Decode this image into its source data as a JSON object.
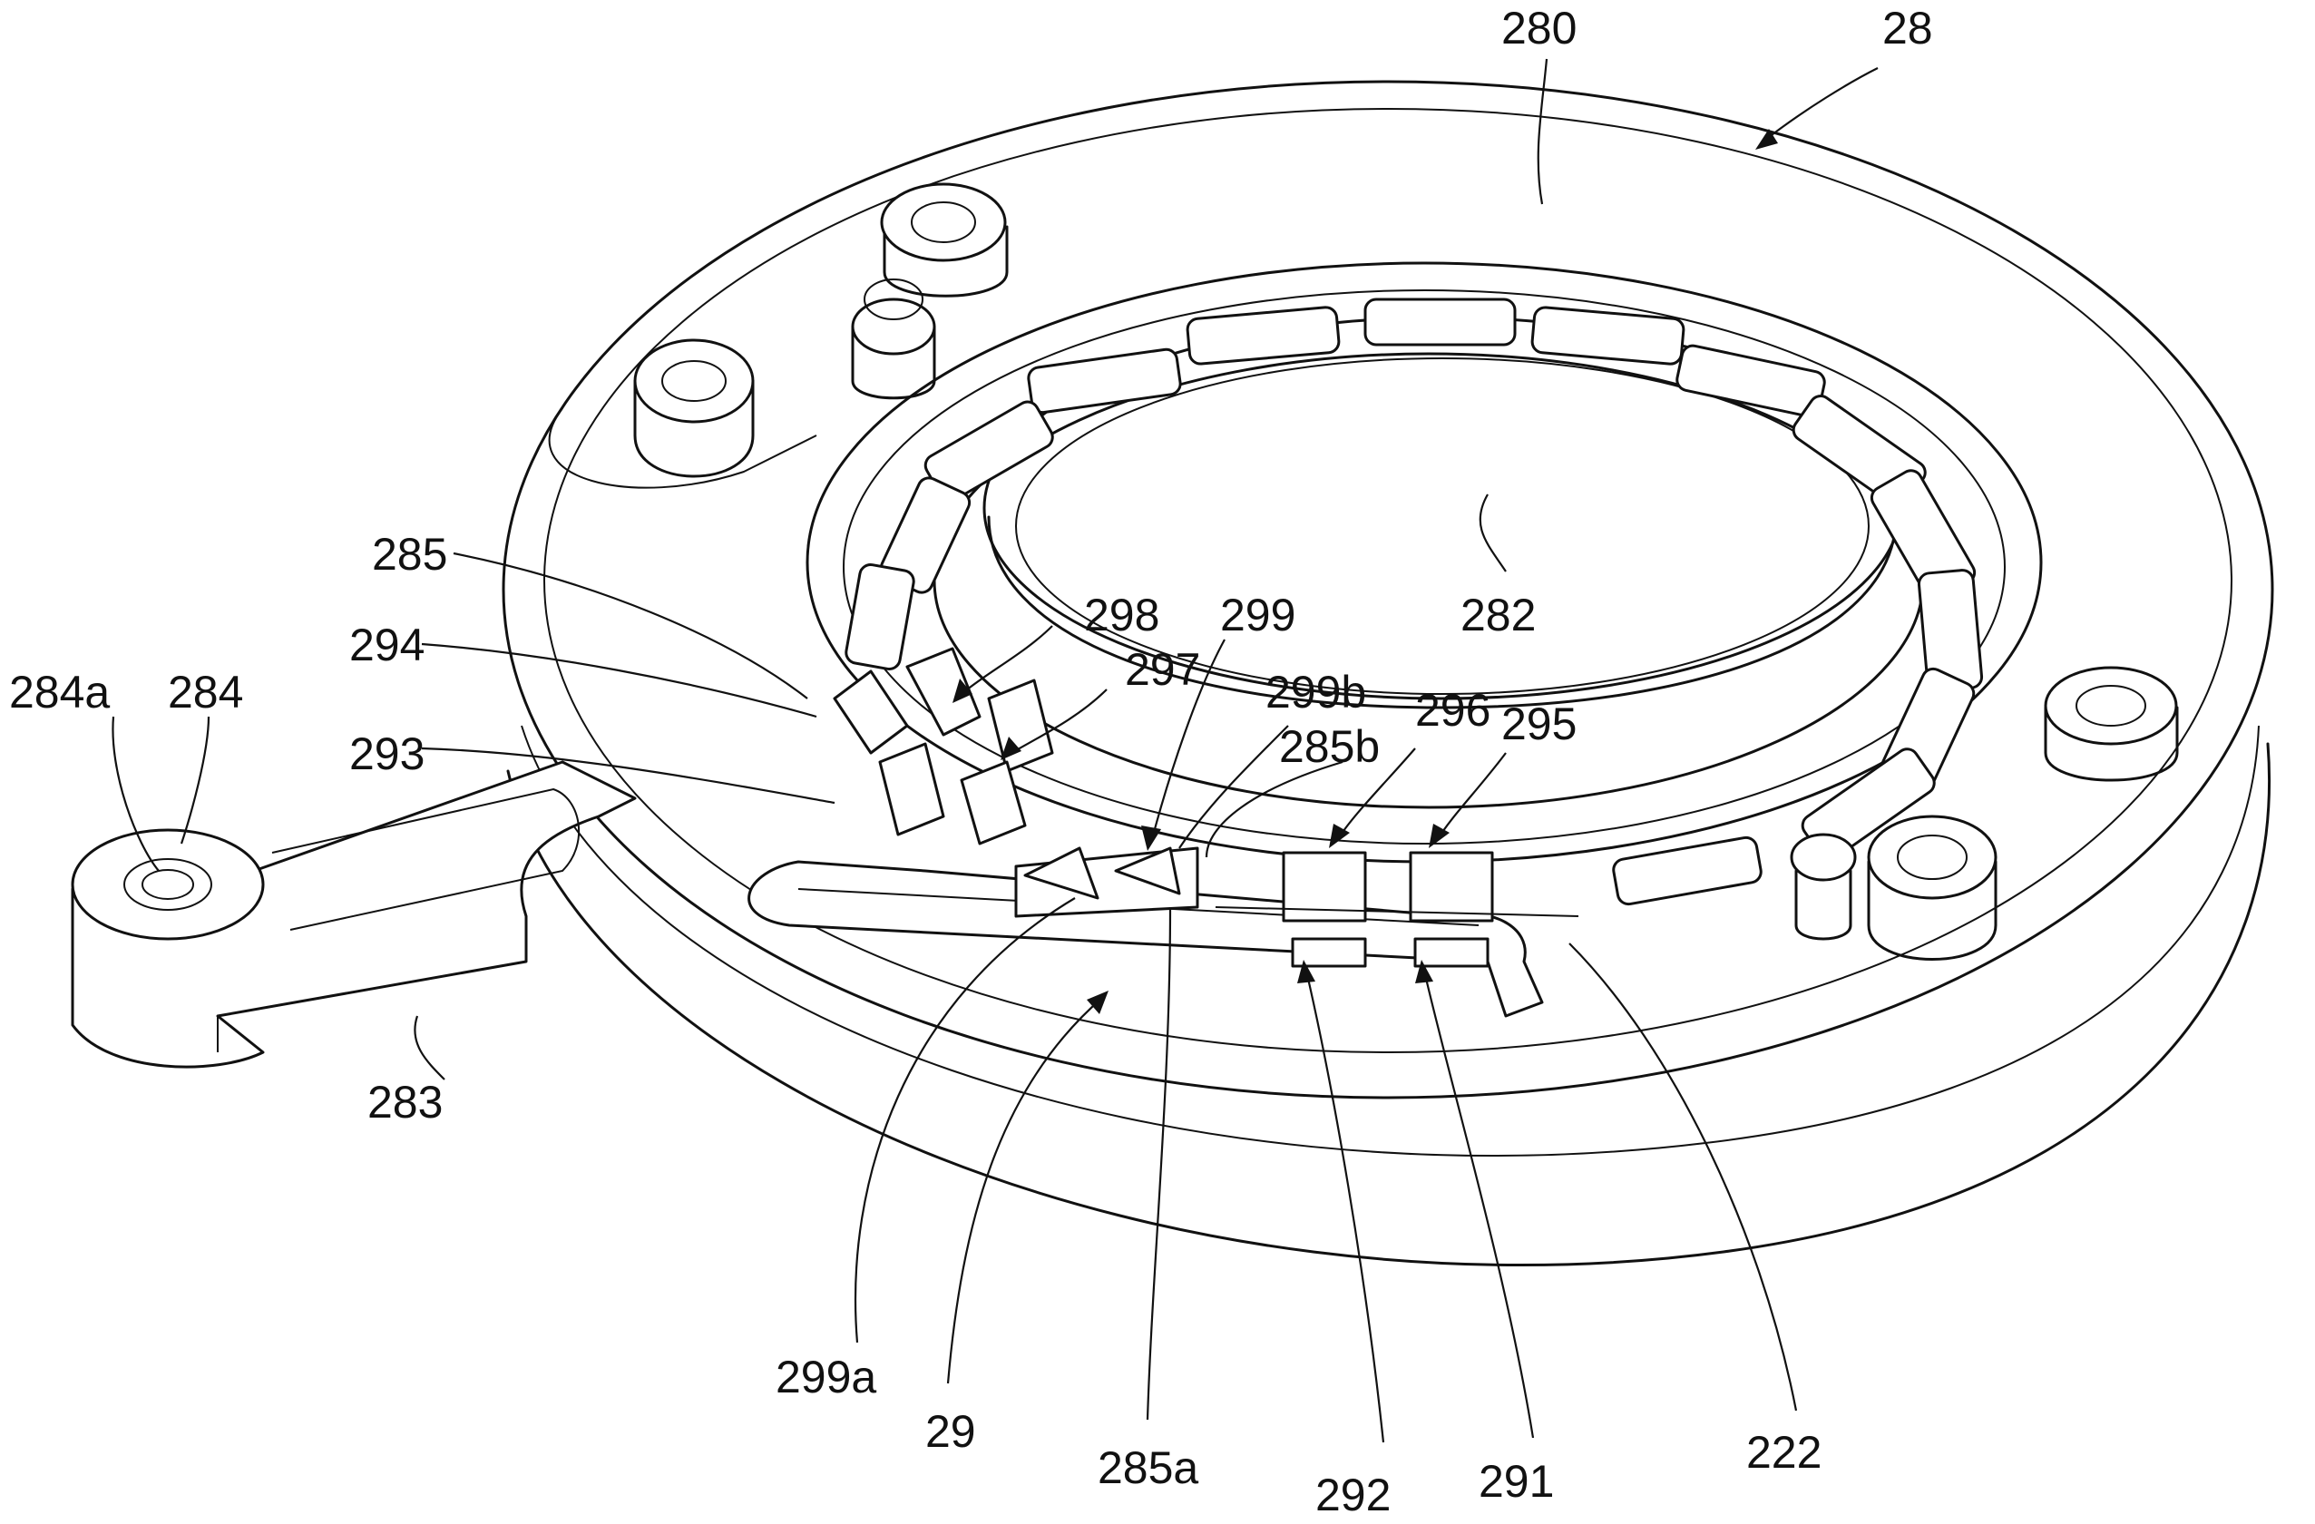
{
  "labels": {
    "l280": "280",
    "l28": "28",
    "l282": "282",
    "l285": "285",
    "l294": "294",
    "l284a": "284a",
    "l284": "284",
    "l293": "293",
    "l283": "283",
    "l298": "298",
    "l299": "299",
    "l297": "297",
    "l299b": "299b",
    "l285b": "285b",
    "l296": "296",
    "l295": "295",
    "l299a": "299a",
    "l29": "29",
    "l285a": "285a",
    "l292": "292",
    "l291": "291",
    "l222": "222"
  }
}
